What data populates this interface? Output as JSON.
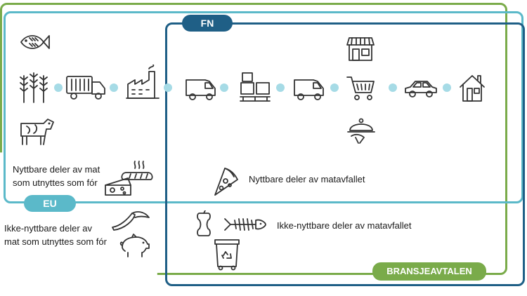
{
  "frames": {
    "fn_label": "FN",
    "eu_label": "EU",
    "bransje_label": "BRANSJEAVTALEN"
  },
  "labels": {
    "fodder_edible": "Nyttbare deler av mat\nsom utnyttes som fór",
    "fodder_inedible": "Ikke-nyttbare deler av\nmat som utnyttes som fór",
    "edible_waste": "Nyttbare deler av matavfallet",
    "inedible_waste": "Ikke-nyttbare deler av matavfallet"
  },
  "colors": {
    "fn": "#1f5f86",
    "eu": "#5bb9c9",
    "bransjeavtalen": "#7aab4a",
    "chain_dot": "#a6dbe6"
  },
  "icons": {
    "chain": [
      "wheat",
      "truck",
      "factory",
      "van",
      "boxes",
      "van",
      "shopping-cart",
      "car",
      "house"
    ],
    "above_chain": [
      "fish",
      "shop"
    ],
    "below_chain": [
      "cow",
      "serving-cloche"
    ],
    "fodder": [
      "bread",
      "cheese",
      "banana-peel",
      "pig"
    ],
    "waste": [
      "pizza-slice",
      "apple-core",
      "fish-bone",
      "recycling-bin"
    ]
  }
}
